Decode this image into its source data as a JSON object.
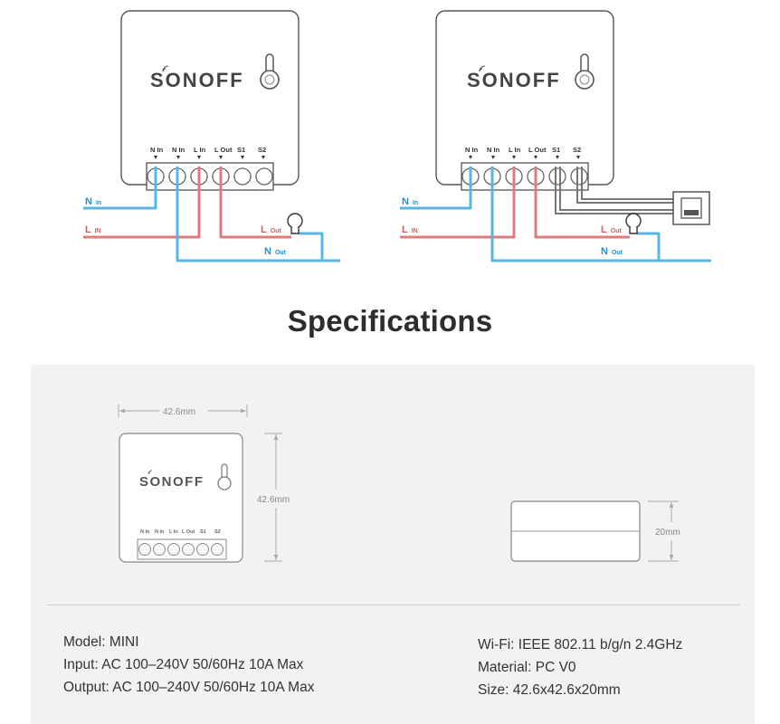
{
  "brand": "SONOFF",
  "terminals_left": [
    "N In",
    "N In",
    "L In",
    "L Out",
    "S1",
    "S2"
  ],
  "terminals_right": [
    "N In",
    "N In",
    "L In",
    "L Out",
    "S1",
    "S2"
  ],
  "wire_labels": {
    "n_in": {
      "main": "N",
      "sub": "In"
    },
    "l_in": {
      "main": "L",
      "sub": "IN"
    },
    "l_out": {
      "main": "L",
      "sub": "Out"
    },
    "n_out": {
      "main": "N",
      "sub": "Out"
    }
  },
  "colors": {
    "neutral": "#5ab4e5",
    "live": "#e07b7b",
    "switch_wire": "#777777",
    "panel": "#f2f2f2"
  },
  "section_title": "Specifications",
  "dimensions": {
    "width": "42.6mm",
    "height": "42.6mm",
    "depth": "20mm"
  },
  "specs_left": [
    "Model: MINI",
    "Input: AC 100–240V 50/60Hz 10A Max",
    "Output: AC 100–240V 50/60Hz 10A Max"
  ],
  "specs_right": [
    "Wi-Fi: IEEE 802.11 b/g/n 2.4GHz",
    "Material: PC V0",
    "Size: 42.6x42.6x20mm"
  ]
}
